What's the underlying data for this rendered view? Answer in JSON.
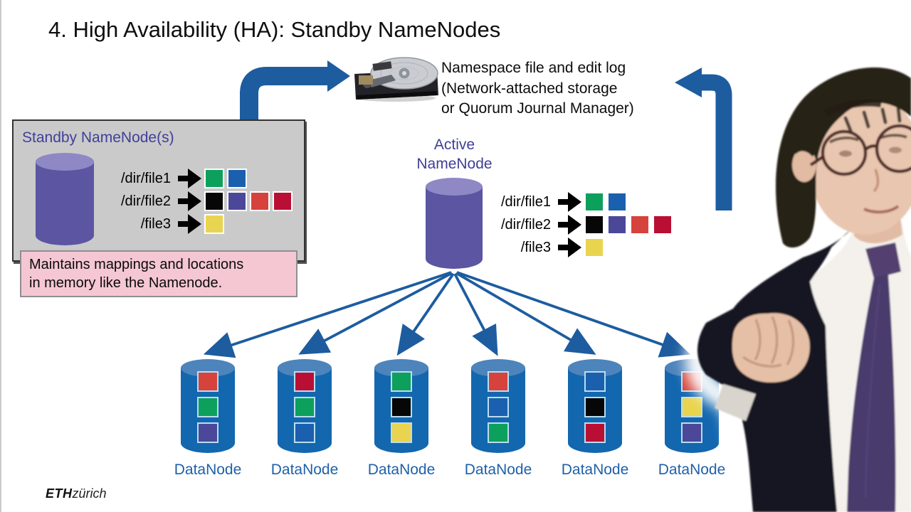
{
  "page": {
    "title": "4. High Availability (HA): Standby NameNodes"
  },
  "storage_note": {
    "lines": [
      "Namespace file and edit log",
      "(Network-attached storage",
      "or Quorum Journal Manager)"
    ]
  },
  "standby_box": {
    "title": "Standby NameNode(s)",
    "files": [
      {
        "name": "/dir/file1",
        "blocks": [
          "green",
          "blue"
        ]
      },
      {
        "name": "/dir/file2",
        "blocks": [
          "black",
          "purple",
          "red",
          "crimson"
        ]
      },
      {
        "name": "/file3",
        "blocks": [
          "yellow"
        ]
      }
    ],
    "note_lines": [
      "Maintains mappings and locations",
      "in memory like the Namenode."
    ]
  },
  "active_node": {
    "title_lines": [
      "Active",
      "NameNode"
    ],
    "files": [
      {
        "name": "/dir/file1",
        "blocks": [
          "green",
          "blue"
        ]
      },
      {
        "name": "/dir/file2",
        "blocks": [
          "black",
          "purple",
          "red",
          "crimson"
        ]
      },
      {
        "name": "/file3",
        "blocks": [
          "yellow"
        ]
      }
    ]
  },
  "datanodes": {
    "label": "DataNode",
    "nodes": [
      {
        "blocks": [
          "red",
          "green",
          "purple"
        ]
      },
      {
        "blocks": [
          "crimson",
          "green",
          "blue"
        ]
      },
      {
        "blocks": [
          "green",
          "black",
          "yellow"
        ]
      },
      {
        "blocks": [
          "red",
          "blue",
          "green"
        ]
      },
      {
        "blocks": [
          "blue",
          "black",
          "crimson"
        ]
      },
      {
        "blocks": [
          "red",
          "yellow",
          "purple"
        ]
      }
    ]
  },
  "footer": {
    "logo_bold": "ETH",
    "logo_rest": "zürich"
  },
  "icons": {
    "storage": "hard-disk-icon",
    "flow": "flow-arrow-icon",
    "mapping": "black-arrow-icon"
  },
  "colors": {
    "green": "#0ca05c",
    "blue": "#1b60ae",
    "black": "#070707",
    "purple": "#4c4899",
    "red": "#d6423c",
    "crimson": "#ba0f34",
    "yellow": "#e9d44f",
    "arrow_blue": "#1d5c9f",
    "namenode_cylinder": "#5b55a2",
    "datanode_cylinder": "#1367ae",
    "namenode_text": "#3f3e97",
    "datanode_text": "#1e60a8",
    "standby_box_bg": "#cacaca",
    "note_bg": "#f5c7d2"
  }
}
